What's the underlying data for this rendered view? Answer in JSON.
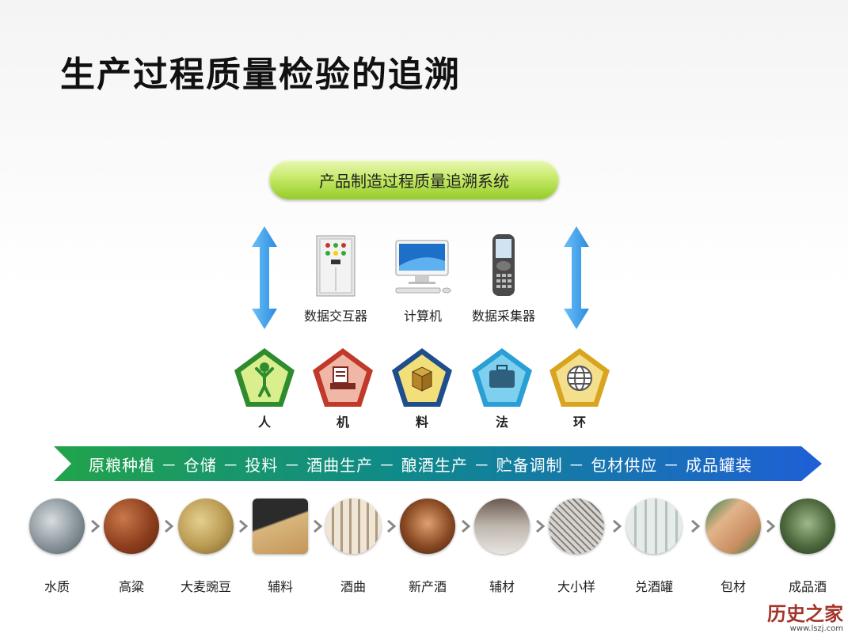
{
  "title": "生产过程质量检验的追溯",
  "system": "产品制造过程质量追溯系统",
  "devices": [
    {
      "label": "数据交互器",
      "icon": "control-cabinet-icon"
    },
    {
      "label": "计算机",
      "icon": "computer-icon"
    },
    {
      "label": "数据采集器",
      "icon": "handheld-scanner-icon"
    }
  ],
  "factors": [
    {
      "label": "人",
      "icon": "person-icon",
      "color": "#2e8b2e",
      "fill": "#d9ee8c"
    },
    {
      "label": "机",
      "icon": "machine-icon",
      "color": "#c0392b",
      "fill": "#f1b7a6"
    },
    {
      "label": "料",
      "icon": "box-icon",
      "color": "#1f4e8c",
      "fill": "#f3df7a"
    },
    {
      "label": "法",
      "icon": "case-icon",
      "color": "#2a9fd6",
      "fill": "#7fd0ef"
    },
    {
      "label": "环",
      "icon": "globe-icon",
      "color": "#d9a520",
      "fill": "#f4df8c"
    }
  ],
  "process_banner": "原粮种植 － 仓储 － 投料 － 酒曲生产 － 酿酒生产 － 贮备调制 － 包材供应 － 成品罐装",
  "stages": [
    {
      "label": "水质",
      "photo": "water-plant-photo"
    },
    {
      "label": "高粱",
      "photo": "sorghum-photo"
    },
    {
      "label": "大麦豌豆",
      "photo": "barley-pea-photo"
    },
    {
      "label": "辅料",
      "photo": "auxiliary-material-photo"
    },
    {
      "label": "酒曲",
      "photo": "koji-photo"
    },
    {
      "label": "新产酒",
      "photo": "new-liquor-photo"
    },
    {
      "label": "辅材",
      "photo": "auxiliary-supplies-photo"
    },
    {
      "label": "大小样",
      "photo": "samples-photo"
    },
    {
      "label": "兑酒罐",
      "photo": "blending-tank-photo"
    },
    {
      "label": "包材",
      "photo": "packaging-photo"
    },
    {
      "label": "成品酒",
      "photo": "finished-liquor-photo"
    }
  ],
  "watermark": {
    "text": "历史之家",
    "url": "www.lszj.com"
  },
  "colors": {
    "arrow": "#3a9de8",
    "banner_start": "#22a34a",
    "banner_end": "#1f5fd6",
    "pill": "#9fd33a"
  }
}
